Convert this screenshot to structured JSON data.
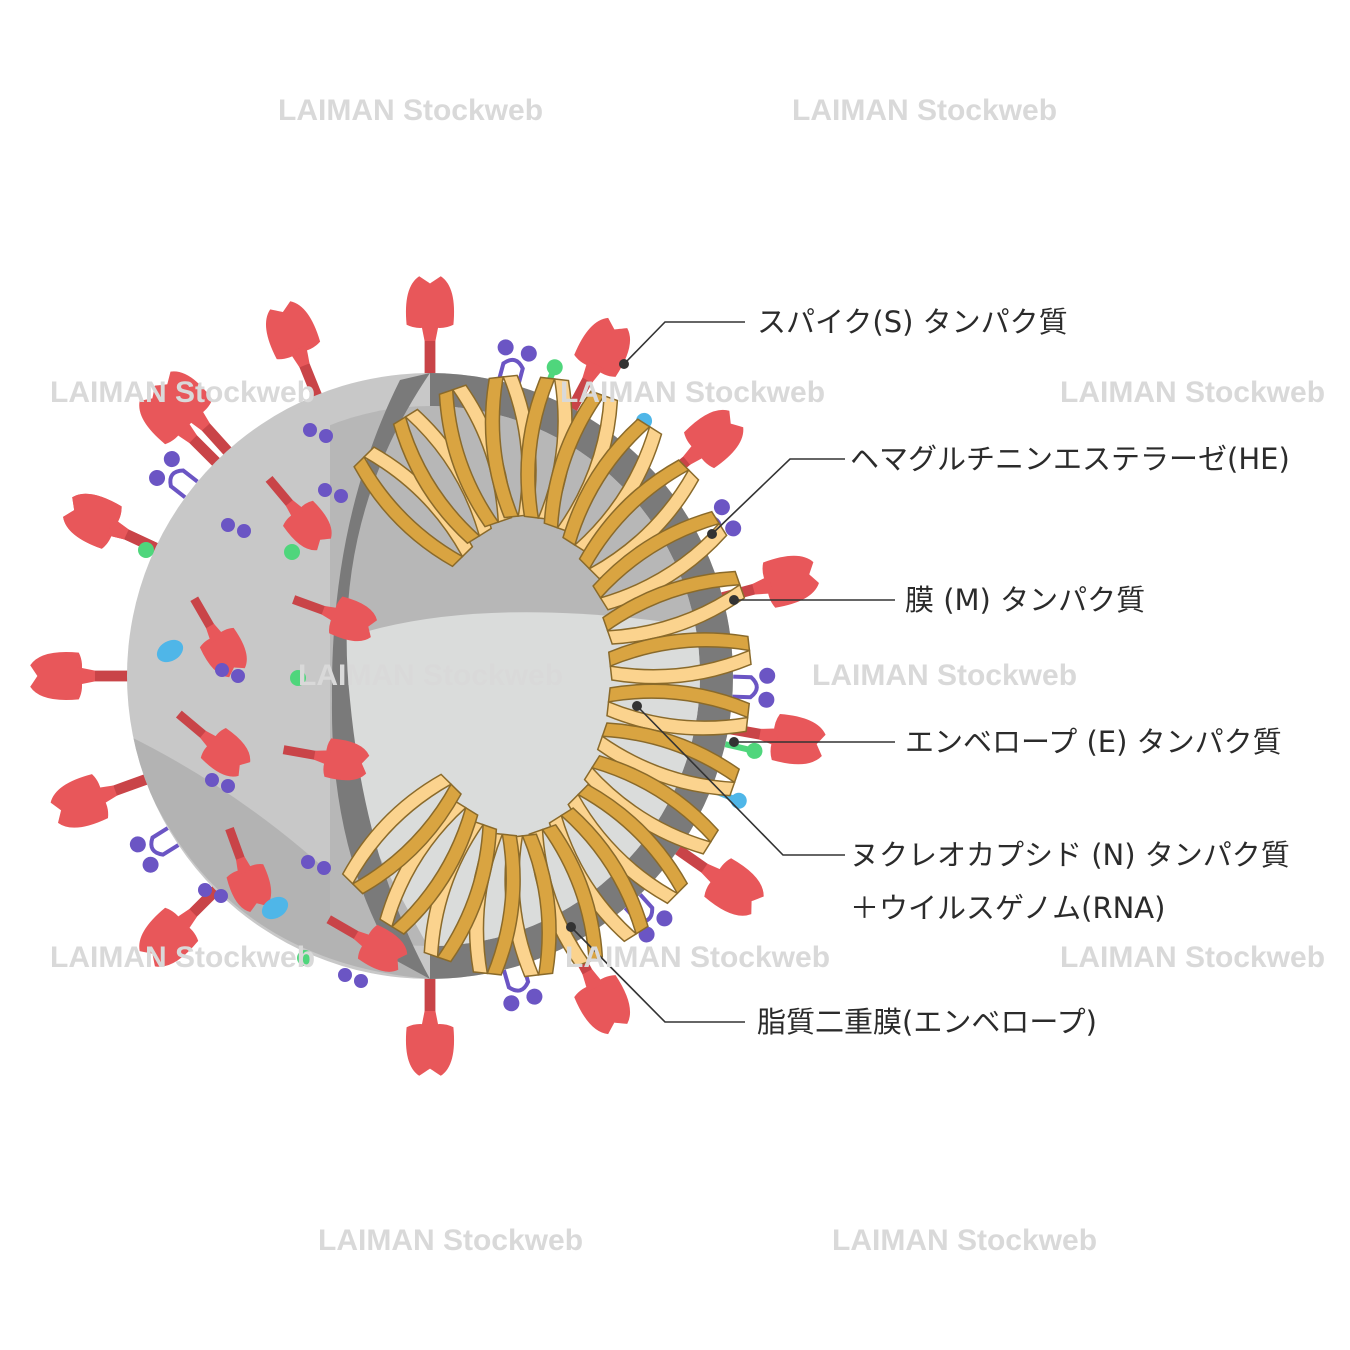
{
  "labels": {
    "spike": "スパイク(S) タンパク質",
    "he": "ヘマグルチニンエステラーゼ(HE)",
    "membrane": "膜 (M) タンパク質",
    "envelope_protein": "エンベロープ (E) タンパク質",
    "nucleocapsid_line1": "ヌクレオカプシド (N) タンパク質",
    "nucleocapsid_line2": "＋ウイルスゲノム(RNA)",
    "lipid_bilayer": "脂質二重膜(エンベロープ)"
  },
  "watermark": "LAIMAN Stockweb",
  "colors": {
    "spike": "#e8575a",
    "spike_dark": "#c94448",
    "sphere": "#c8c8c8",
    "sphere_shadow": "#b3b3b3",
    "interior": "#bdbdbd",
    "interior_light": "#dadcdb",
    "membrane_band": "#7a7a7a",
    "rna_light": "#fbd38e",
    "rna_dark": "#d9a441",
    "m_protein": "#6b55c4",
    "e_protein": "#4fd67c",
    "he_protein": "#4fb6e8",
    "line": "#333333"
  }
}
